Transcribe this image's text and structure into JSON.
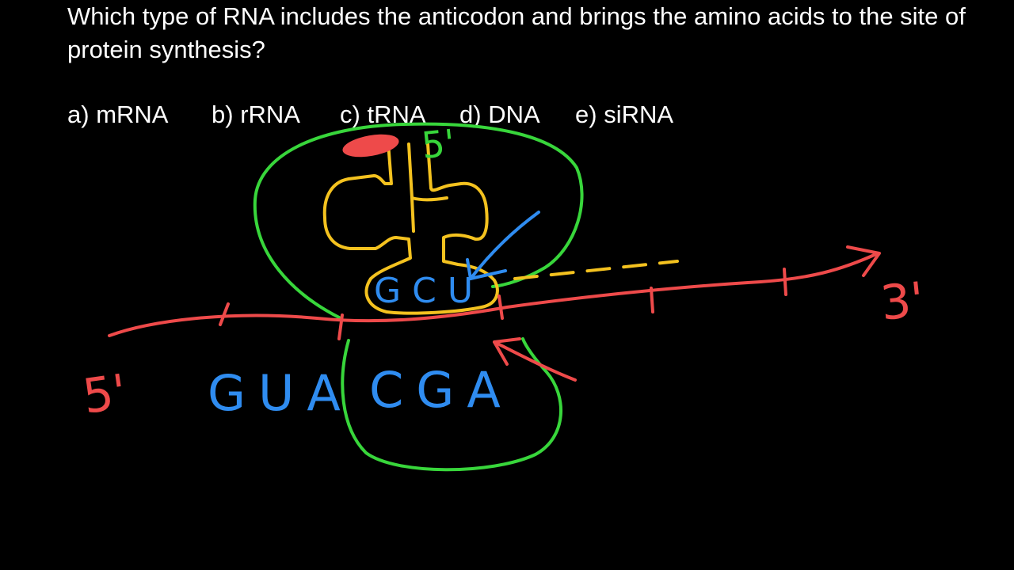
{
  "question": {
    "text": "Which type of RNA includes the anticodon and brings the amino acids to the site of protein synthesis?"
  },
  "choices": [
    {
      "letter": "a)",
      "label": "mRNA"
    },
    {
      "letter": "b)",
      "label": "rRNA"
    },
    {
      "letter": "c)",
      "label": "tRNA"
    },
    {
      "letter": "d)",
      "label": "DNA"
    },
    {
      "letter": "e)",
      "label": "siRNA"
    }
  ],
  "diagram": {
    "colors": {
      "ribosome": "#38d63b",
      "trna": "#f4c21f",
      "mrna": "#ee4a4a",
      "letters": "#2f8cf0",
      "amino_acid": "#ee4a4a"
    },
    "labels": {
      "trna_end": "5'",
      "mrna_start": "5'",
      "mrna_end": "3'"
    },
    "anticodon": "GCU",
    "codons": [
      {
        "text": "GUA"
      },
      {
        "text": "CGA"
      }
    ]
  }
}
